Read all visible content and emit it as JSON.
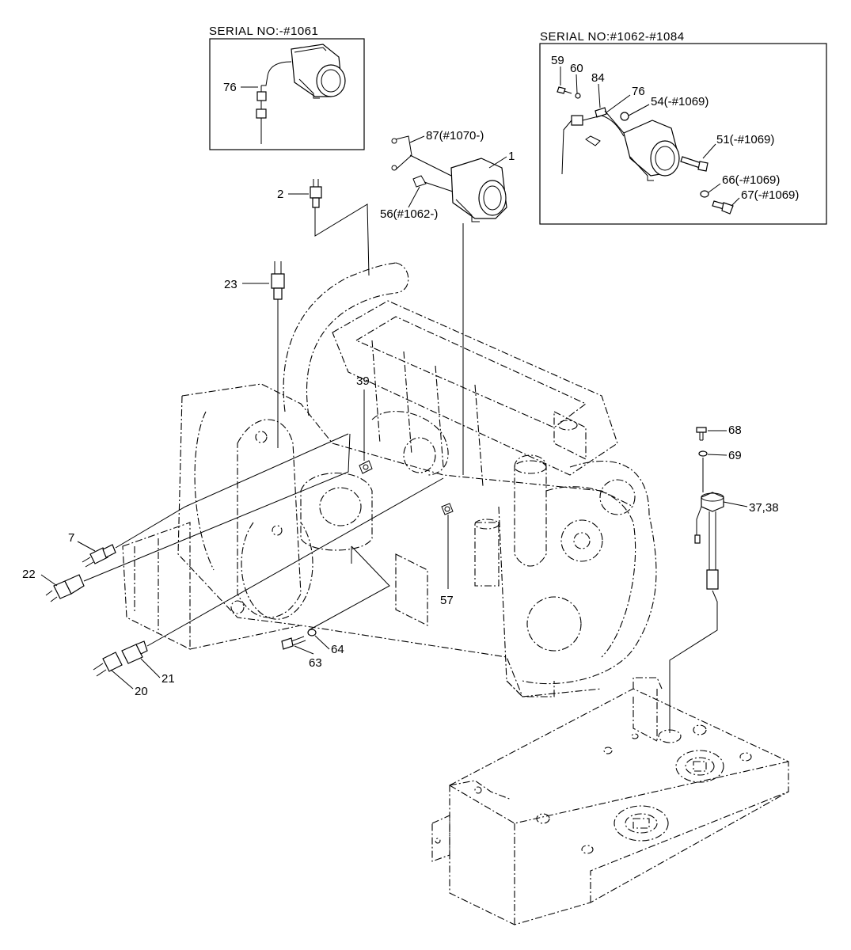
{
  "insets": {
    "left_header": "SERIAL NO:-#1061",
    "right_header": "SERIAL NO:#1062-#1084"
  },
  "labels": {
    "l76a": "76",
    "l87": "87(#1070-)",
    "l1": "1",
    "l2": "2",
    "l56": "56(#1062-)",
    "l23": "23",
    "l39": "39",
    "l7": "7",
    "l22": "22",
    "l57": "57",
    "l63": "63",
    "l64": "64",
    "l21": "21",
    "l20": "20",
    "l59": "59",
    "l60": "60",
    "l84": "84",
    "l76b": "76",
    "l54": "54(-#1069)",
    "l51": "51(-#1069)",
    "l66": "66(-#1069)",
    "l67": "67(-#1069)",
    "l68": "68",
    "l69": "69",
    "l3738": "37,38"
  }
}
